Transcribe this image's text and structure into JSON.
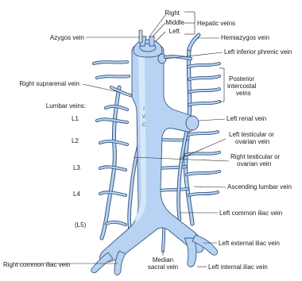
{
  "labels": {
    "hepatic_right": "Right",
    "hepatic_middle": "Middle",
    "hepatic_left": "Left",
    "hepatic_veins": "Hepatic veins",
    "azygos": "Azygos vein",
    "hemiazygos": "Hemiazygos vein",
    "left_inferior_phrenic": "Left inferior phrenic vein",
    "posterior_intercostal_1": "Posterior",
    "posterior_intercostal_2": "intercostal",
    "posterior_intercostal_3": "veins",
    "right_suprarenal": "Right suprarenal vein",
    "lumbar_veins": "Lumbar veins:",
    "l1": "L1",
    "l2": "L2",
    "l3": "L3",
    "l4": "L4",
    "l5": "(L5)",
    "ivc_i": "I",
    "ivc_v": "V",
    "ivc_c": "C",
    "left_renal": "Left renal vein",
    "left_testicular_1": "Left testicular or",
    "left_testicular_2": "ovarian vein",
    "right_testicular_1": "Right testicular or",
    "right_testicular_2": "ovarian vein",
    "ascending_lumbar": "Ascending lumbar vein",
    "left_common_iliac": "Left common iliac vein",
    "left_external_iliac": "Left external iliac vein",
    "right_common_iliac": "Right common iliac vein",
    "median_sacral_1": "Median",
    "median_sacral_2": "sacral vein",
    "left_internal_iliac": "Left internal iliac vein"
  },
  "colors": {
    "vein_fill": "#b7d2f2",
    "vein_outline": "#3b5a85",
    "label_text": "#1a1a1a",
    "background": "#ffffff"
  }
}
